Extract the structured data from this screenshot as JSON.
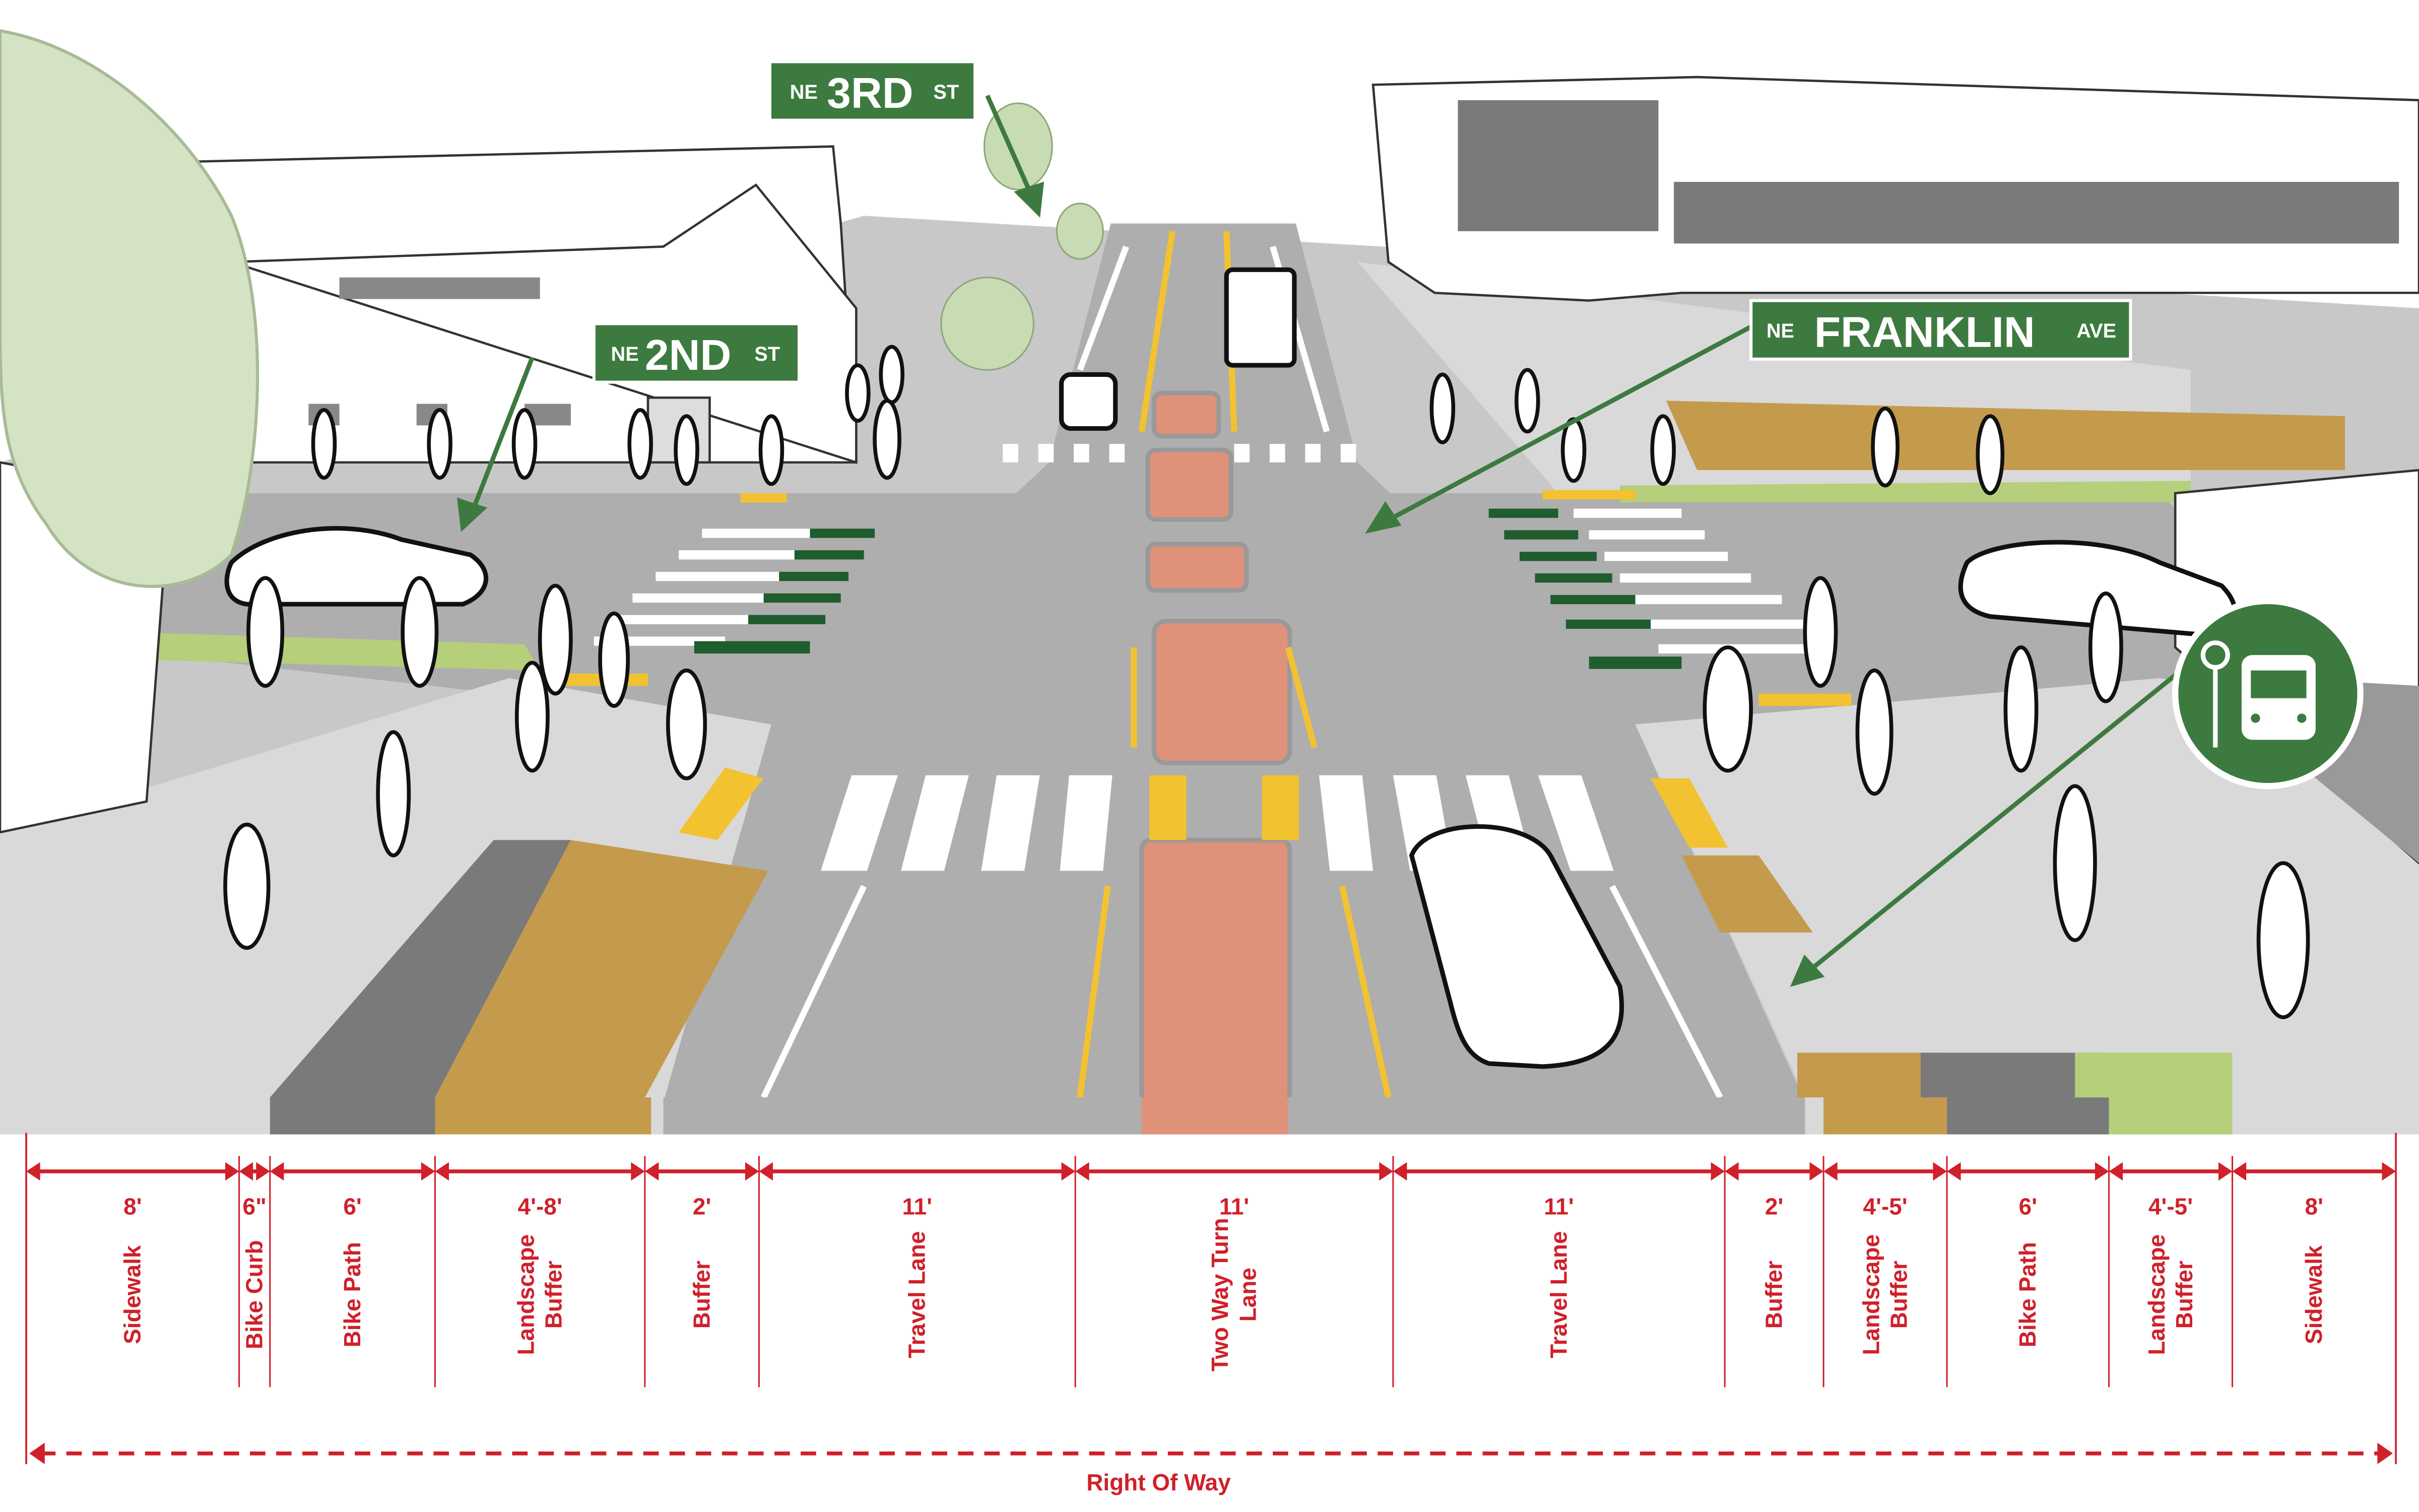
{
  "signs": {
    "ne_3rd": {
      "prefix": "NE",
      "name": "3RD",
      "suffix": "ST"
    },
    "ne_2nd": {
      "prefix": "NE",
      "name": "2ND",
      "suffix": "ST"
    },
    "franklin": {
      "prefix": "NE",
      "name": "FRANKLIN",
      "suffix": "AVE"
    }
  },
  "colors": {
    "dimension_red": "#d0202a",
    "sign_green": "#3d7a3f",
    "median": "#e0917a",
    "landscape": "#c49a4c",
    "bike_path": "#777777",
    "planting": "#b5cf7a",
    "crosswalk_green": "#1f5c2e"
  },
  "cross_section": {
    "segments": [
      {
        "dimension": "8'",
        "label": [
          "Sidewalk"
        ]
      },
      {
        "dimension": "6\"",
        "label": [
          "Bike Curb"
        ]
      },
      {
        "dimension": "6'",
        "label": [
          "Bike Path"
        ]
      },
      {
        "dimension": "4'-8'",
        "label": [
          "Landscape",
          "Buffer"
        ]
      },
      {
        "dimension": "2'",
        "label": [
          "Buffer"
        ]
      },
      {
        "dimension": "11'",
        "label": [
          "Travel Lane"
        ]
      },
      {
        "dimension": "11'",
        "label": [
          "Two Way Turn",
          "Lane"
        ]
      },
      {
        "dimension": "11'",
        "label": [
          "Travel Lane"
        ]
      },
      {
        "dimension": "2'",
        "label": [
          "Buffer"
        ]
      },
      {
        "dimension": "4'-5'",
        "label": [
          "Landscape",
          "Buffer"
        ]
      },
      {
        "dimension": "6'",
        "label": [
          "Bike Path"
        ]
      },
      {
        "dimension": "4'-5'",
        "label": [
          "Landscape",
          "Buffer"
        ]
      },
      {
        "dimension": "8'",
        "label": [
          "Sidewalk"
        ]
      }
    ],
    "right_of_way_label": "Right Of Way"
  },
  "icons": {
    "bus_stop": "bus-stop-icon"
  }
}
